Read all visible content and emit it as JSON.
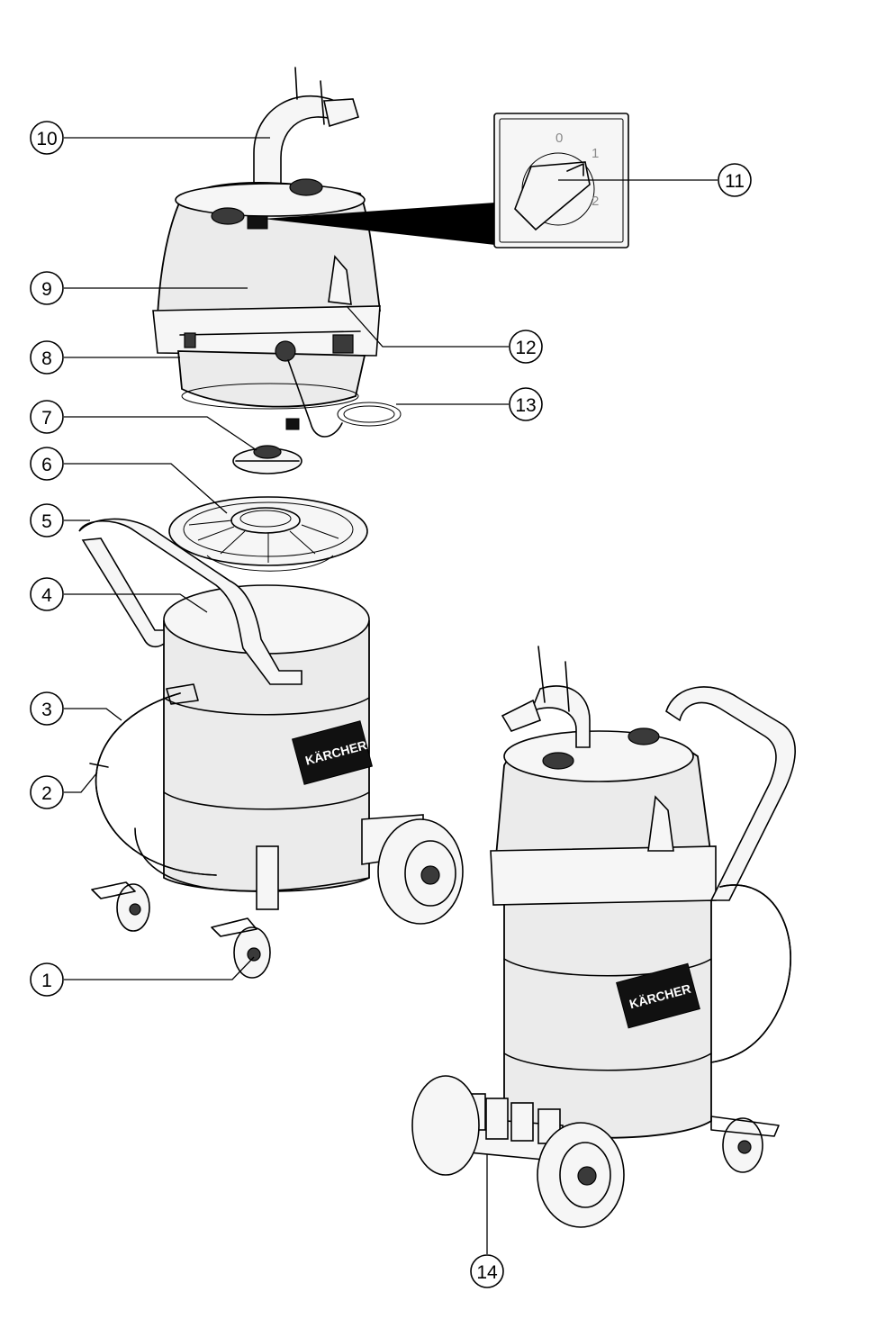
{
  "brand": "KÄRCHER",
  "switch_inset": {
    "positions": [
      "0",
      "1",
      "2"
    ]
  },
  "callouts": [
    {
      "number": "1"
    },
    {
      "number": "2"
    },
    {
      "number": "3"
    },
    {
      "number": "4"
    },
    {
      "number": "5"
    },
    {
      "number": "6"
    },
    {
      "number": "7"
    },
    {
      "number": "8"
    },
    {
      "number": "9"
    },
    {
      "number": "10"
    },
    {
      "number": "11"
    },
    {
      "number": "12"
    },
    {
      "number": "13"
    },
    {
      "number": "14"
    }
  ]
}
